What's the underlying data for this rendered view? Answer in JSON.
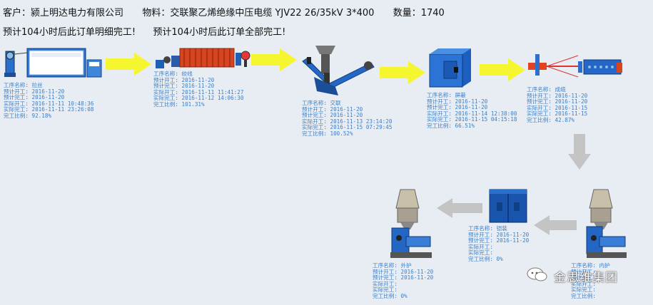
{
  "header": {
    "customer_label": "客户：",
    "customer": "颍上明达电力有限公司",
    "material_label": "物料：",
    "material": "交联聚乙烯绝缘中压电缆 YJV22 26/35kV 3*400",
    "quantity_label": "数量：",
    "quantity": "1740",
    "forecast_detail": "预计104小时后此订单明细完工!",
    "forecast_all": "预计104小时后此订单全部完工!"
  },
  "colors": {
    "arrow_active": "#f5f530",
    "arrow_inactive": "#c4c4c4",
    "info_text": "#3a7fc8",
    "machine_blue": "#1f67c9",
    "background": "#e8ecf3"
  },
  "processes": [
    {
      "name_label": "工序名称:",
      "name": "拉丝",
      "plan_start_label": "预计开工:",
      "plan_start": "2016-11-20",
      "plan_end_label": "预计完工:",
      "plan_end": "2016-11-20",
      "actual_start_label": "实际开工:",
      "actual_start": "2016-11-11 10:48:36",
      "actual_end_label": "实际完工:",
      "actual_end": "2016-11-11 23:26:08",
      "ratio_label": "完工比例:",
      "ratio": "92.18%"
    },
    {
      "name_label": "工序名称:",
      "name": "绞线",
      "plan_start_label": "预计开工:",
      "plan_start": "2016-11-20",
      "plan_end_label": "预计完工:",
      "plan_end": "2016-11-20",
      "actual_start_label": "实际开工:",
      "actual_start": "2016-11-11 11:41:27",
      "actual_end_label": "实际完工:",
      "actual_end": "2016-11-12 14:06:30",
      "ratio_label": "完工比例:",
      "ratio": "101.31%"
    },
    {
      "name_label": "工序名称:",
      "name": "交联",
      "plan_start_label": "预计开工:",
      "plan_start": "2016-11-20",
      "plan_end_label": "预计完工:",
      "plan_end": "2016-11-20",
      "actual_start_label": "实际开工:",
      "actual_start": "2016-11-13 23:14:20",
      "actual_end_label": "实际完工:",
      "actual_end": "2016-11-15 07:29:45",
      "ratio_label": "完工比例:",
      "ratio": "100.52%"
    },
    {
      "name_label": "工序名称:",
      "name": "屏蔽",
      "plan_start_label": "预计开工:",
      "plan_start": "2016-11-20",
      "plan_end_label": "预计完工:",
      "plan_end": "2016-11-20",
      "actual_start_label": "实际开工:",
      "actual_start": "2016-11-14 12:38:00",
      "actual_end_label": "实际完工:",
      "actual_end": "2016-11-15 04:15:18",
      "ratio_label": "完工比例:",
      "ratio": "66.51%"
    },
    {
      "name_label": "工序名称:",
      "name": "成缆",
      "plan_start_label": "预计开工:",
      "plan_start": "2016-11-20",
      "plan_end_label": "预计完工:",
      "plan_end": "2016-11-20",
      "actual_start_label": "实际开工:",
      "actual_start": "2016-11-15",
      "actual_end_label": "实际完工:",
      "actual_end": "2016-11-15",
      "ratio_label": "完工比例:",
      "ratio": "42.87%"
    },
    {
      "name_label": "工序名称:",
      "name": "内护",
      "plan_start_label": "预计开工:",
      "plan_start": "",
      "plan_end_label": "预计完工:",
      "plan_end": "",
      "actual_start_label": "实际开工:",
      "actual_start": "",
      "actual_end_label": "实际完工:",
      "actual_end": "",
      "ratio_label": "完工比例:",
      "ratio": ""
    },
    {
      "name_label": "工序名称:",
      "name": "铠装",
      "plan_start_label": "预计开工:",
      "plan_start": "2016-11-20",
      "plan_end_label": "预计完工:",
      "plan_end": "2016-11-20",
      "actual_start_label": "实际开工:",
      "actual_start": "",
      "actual_end_label": "实际完工:",
      "actual_end": "",
      "ratio_label": "完工比例:",
      "ratio": "0%"
    },
    {
      "name_label": "工序名称:",
      "name": "外护",
      "plan_start_label": "预计开工:",
      "plan_start": "2016-11-20",
      "plan_end_label": "预计完工:",
      "plan_end": "2016-11-20",
      "actual_start_label": "实际开工:",
      "actual_start": "",
      "actual_end_label": "实际完工:",
      "actual_end": "",
      "ratio_label": "完工比例:",
      "ratio": "0%"
    }
  ],
  "watermark": {
    "text": "金思维集团",
    "icon": "wechat-icon"
  }
}
